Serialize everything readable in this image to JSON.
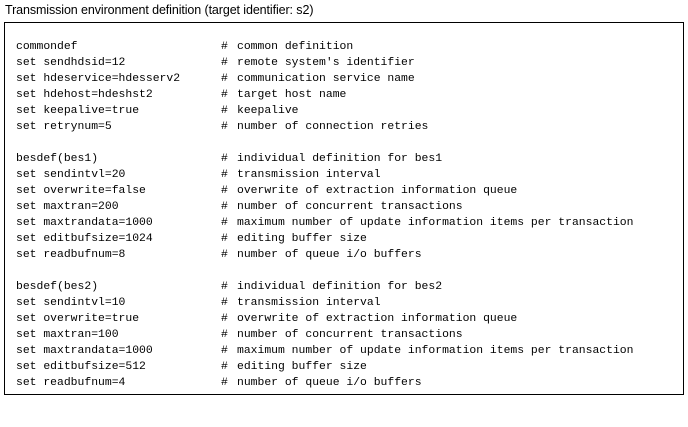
{
  "caption": {
    "text": "Transmission environment definition (target identifier: ",
    "identifier": "s2",
    "close": ")"
  },
  "code": {
    "hash": "#",
    "lines": [
      {
        "cmd": "commondef",
        "comment": "common definition"
      },
      {
        "cmd": "set sendhdsid=12",
        "comment": "remote system's identifier"
      },
      {
        "cmd": "set hdeservice=hdesserv2",
        "comment": "communication service name"
      },
      {
        "cmd": "set hdehost=hdeshst2",
        "comment": "target host name"
      },
      {
        "cmd": "set keepalive=true",
        "comment": "keepalive"
      },
      {
        "cmd": "set retrynum=5",
        "comment": "number of connection retries"
      },
      {
        "cmd": "",
        "comment": ""
      },
      {
        "cmd": "besdef(bes1)",
        "comment": "individual definition for bes1"
      },
      {
        "cmd": "set sendintvl=20",
        "comment": "transmission interval"
      },
      {
        "cmd": "set overwrite=false",
        "comment": "overwrite of extraction information queue"
      },
      {
        "cmd": "set maxtran=200",
        "comment": "number of concurrent transactions"
      },
      {
        "cmd": "set maxtrandata=1000",
        "comment": "maximum number of update information items per transaction"
      },
      {
        "cmd": "set editbufsize=1024",
        "comment": "editing buffer size"
      },
      {
        "cmd": "set readbufnum=8",
        "comment": "number of queue i/o buffers"
      },
      {
        "cmd": "",
        "comment": ""
      },
      {
        "cmd": "besdef(bes2)",
        "comment": "individual definition for bes2"
      },
      {
        "cmd": "set sendintvl=10",
        "comment": "transmission interval"
      },
      {
        "cmd": "set overwrite=true",
        "comment": "overwrite of extraction information queue"
      },
      {
        "cmd": "set maxtran=100",
        "comment": "number of concurrent transactions"
      },
      {
        "cmd": "set maxtrandata=1000",
        "comment": "maximum number of update information items per transaction"
      },
      {
        "cmd": "set editbufsize=512",
        "comment": "editing buffer size"
      },
      {
        "cmd": "set readbufnum=4",
        "comment": "number of queue i/o buffers"
      }
    ]
  }
}
